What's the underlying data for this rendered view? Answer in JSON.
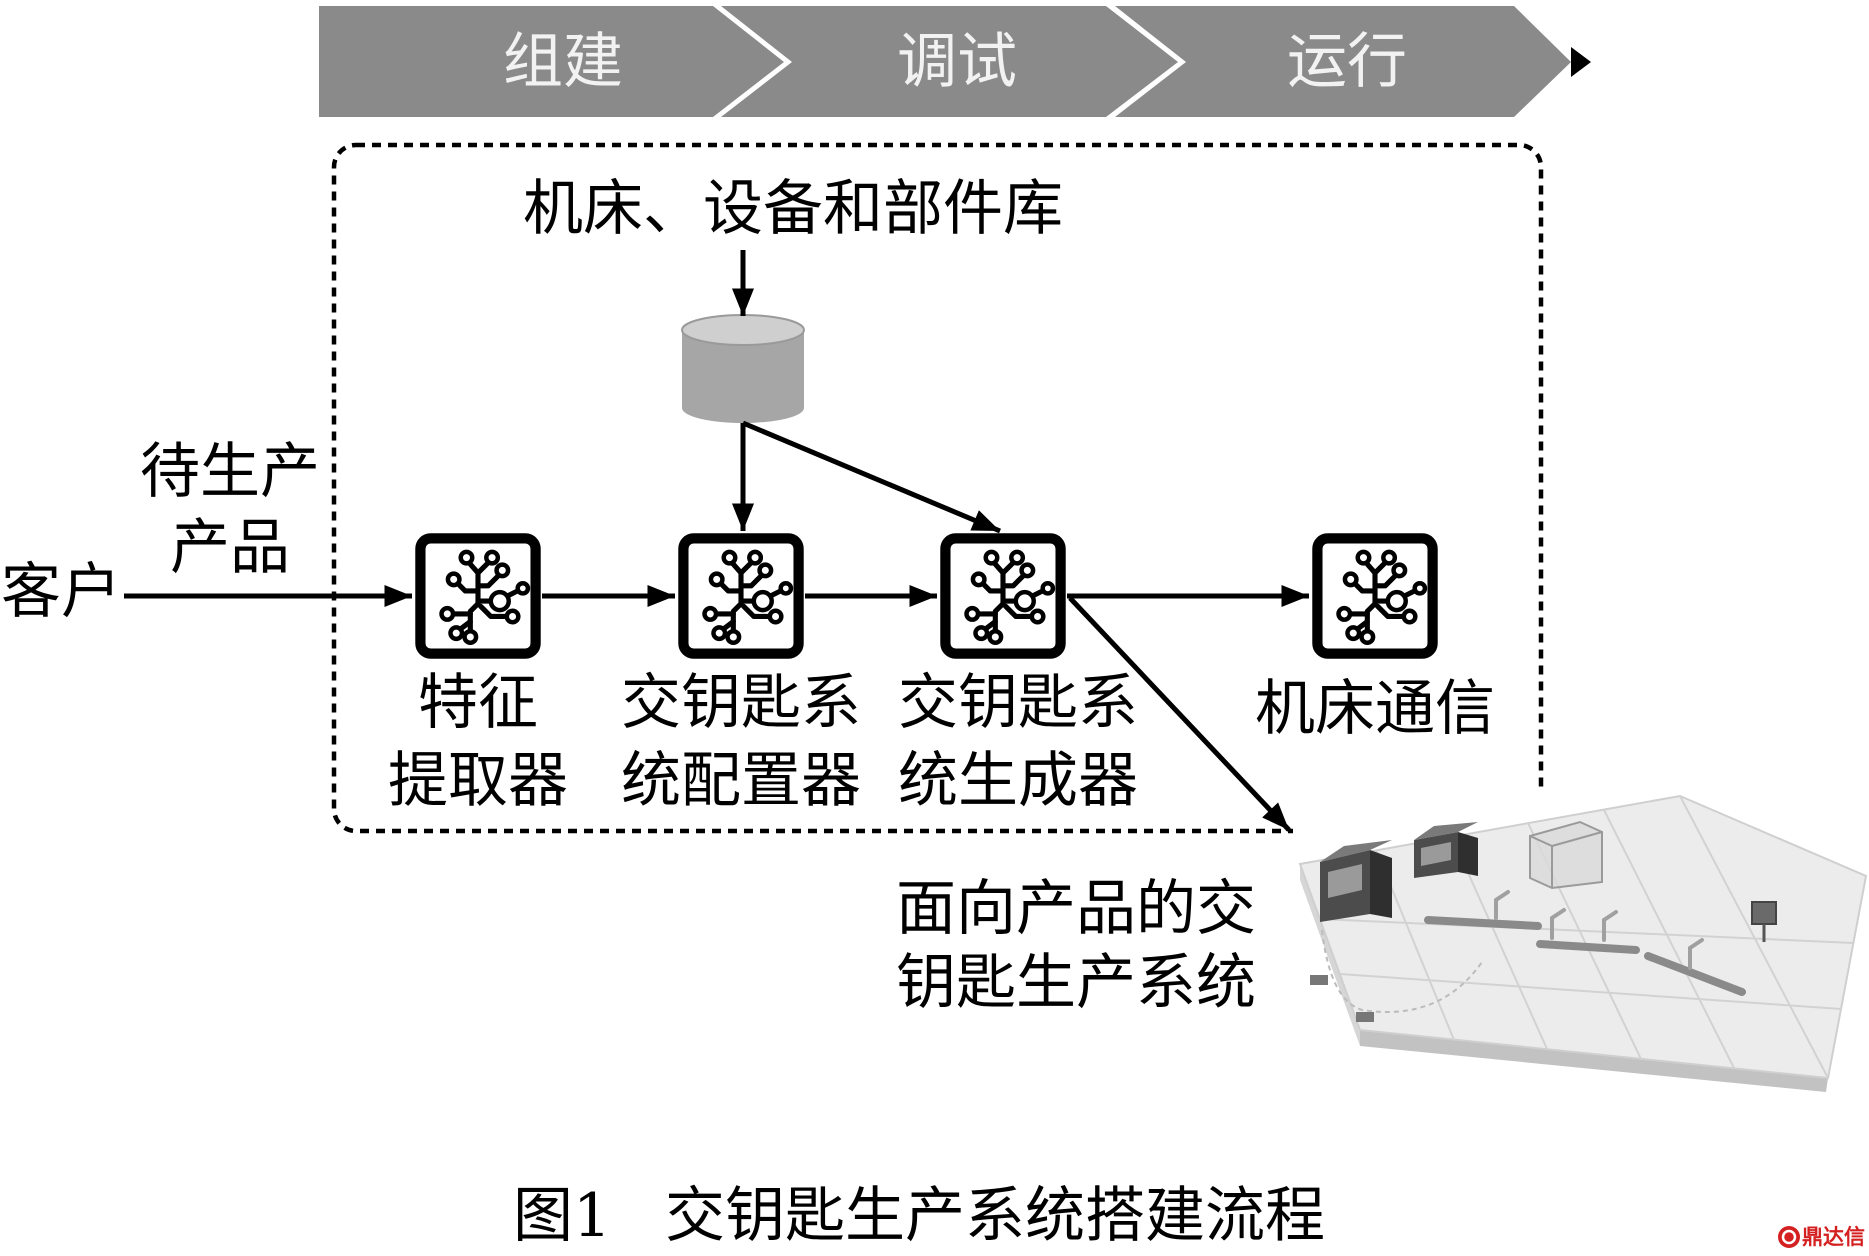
{
  "process_stages": [
    {
      "label": "组建"
    },
    {
      "label": "调试"
    },
    {
      "label": "运行"
    }
  ],
  "library": {
    "label": "机床、设备和部件库",
    "icon": "database-icon"
  },
  "input": {
    "source": "客户",
    "product_line1": "待生产",
    "product_line2": "产品"
  },
  "modules": [
    {
      "line1": "特征",
      "line2": "提取器",
      "icon": "circuit-icon"
    },
    {
      "line1": "交钥匙系",
      "line2": "统配置器",
      "icon": "circuit-icon"
    },
    {
      "line1": "交钥匙系",
      "line2": "统生成器",
      "icon": "circuit-icon"
    },
    {
      "line1": "机床通信",
      "icon": "circuit-icon"
    }
  ],
  "output": {
    "line1": "面向产品的交",
    "line2": "钥匙生产系统",
    "illustration": "production-line-illustration"
  },
  "caption": {
    "number": "图1",
    "title": "交钥匙生产系统搭建流程"
  },
  "watermark": {
    "text": "鼎达信",
    "icon": "logo-icon"
  },
  "colors": {
    "banner": "#8a8a8a",
    "banner_text": "#f2f2f2",
    "database_body": "#a6a6a6",
    "database_top": "#cfcfcf",
    "line": "#000000",
    "watermark": "#d42020"
  }
}
